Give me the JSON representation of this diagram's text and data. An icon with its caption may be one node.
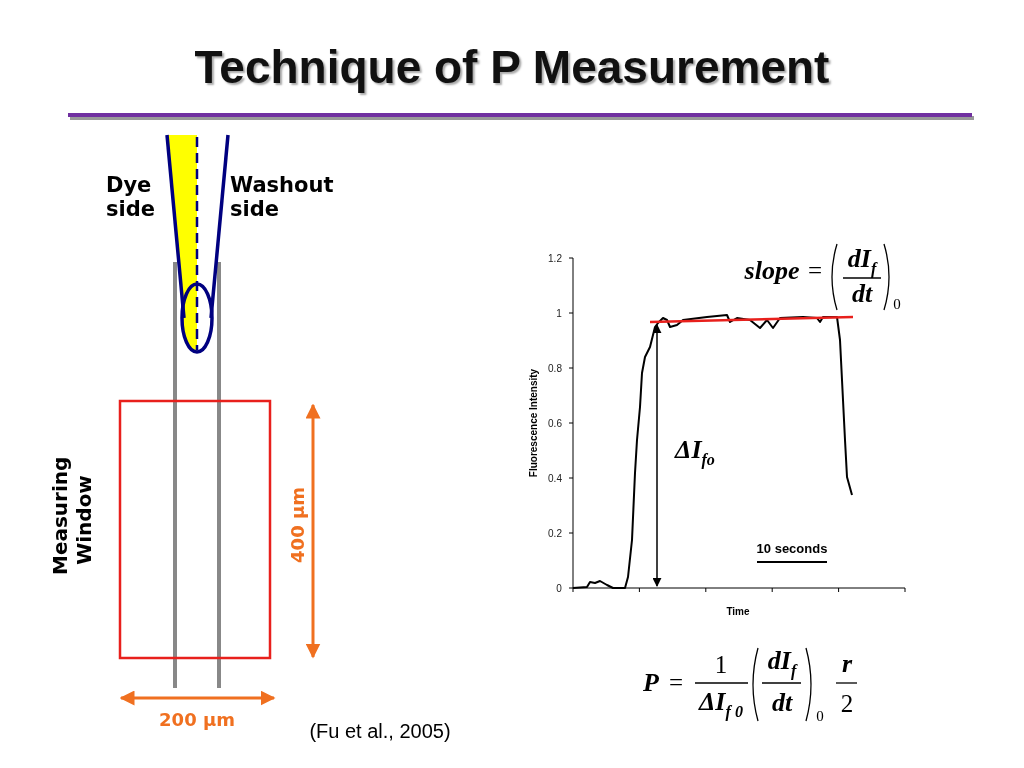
{
  "diagram": {
    "title": "Technique of P Measurement",
    "labels": [
      "Dye side",
      "Washout side",
      "1.2",
      "slope",
      "=",
      "dI$_{f}$",
      "dt",
      "0",
      "1",
      "0.8",
      "0.6",
      "ΔI$_{fo}$",
      "Fluorescence Intensity",
      "Measuring Window",
      "400 µm",
      "0.4",
      "0.2",
      "10 seconds",
      "0",
      "Time",
      "P",
      "=",
      "1",
      "ΔI$_{f 0}$",
      "dI$_{f}$",
      "dt",
      "0",
      "r",
      "2",
      "200 µm",
      "(Fu et al., 2005)"
    ]
  }
}
